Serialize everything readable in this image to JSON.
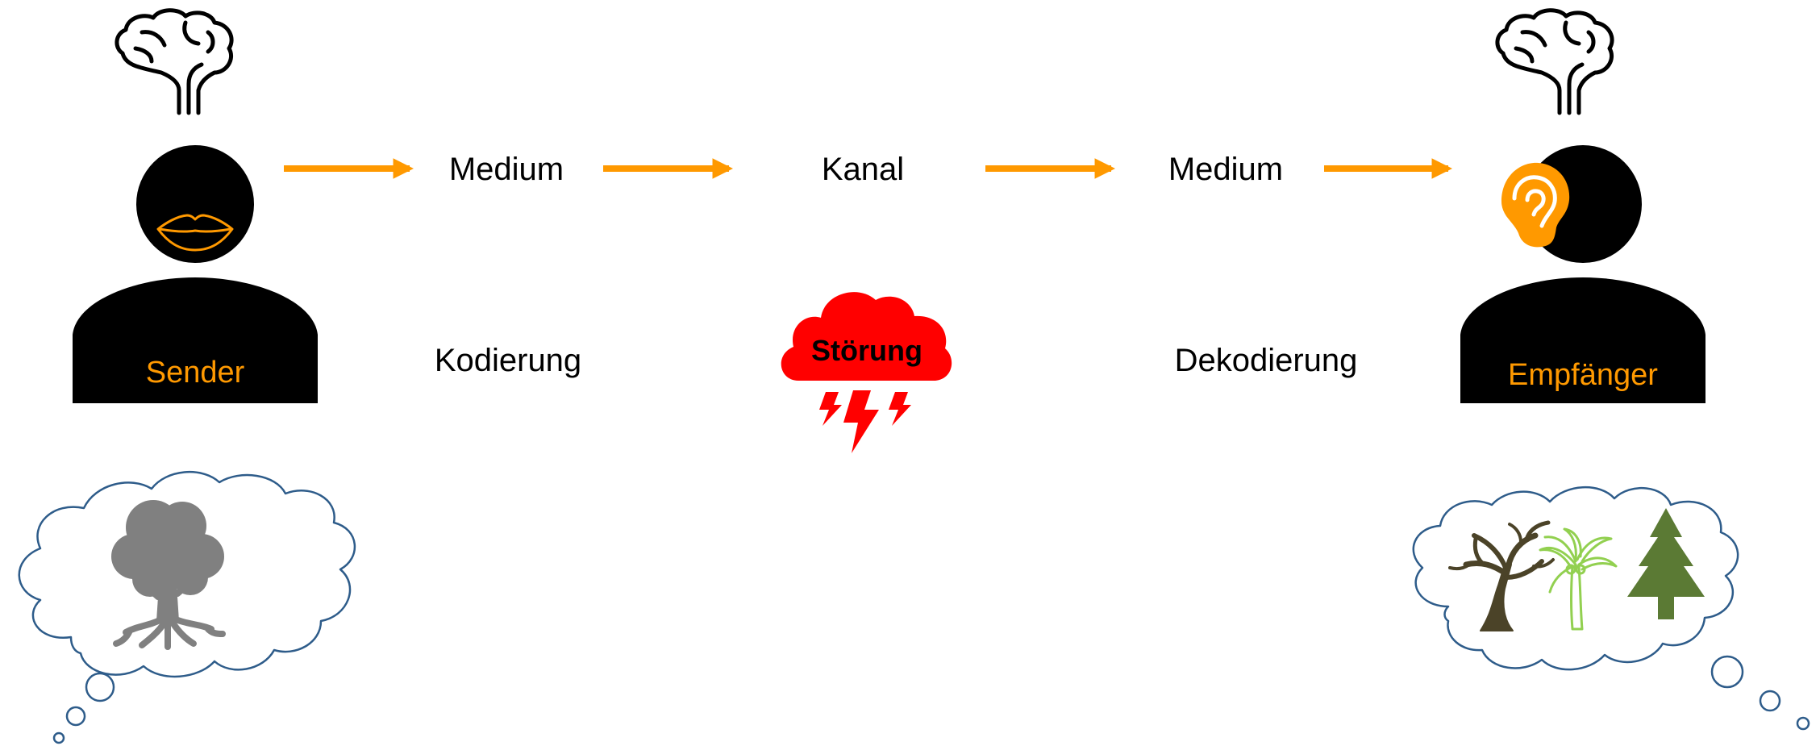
{
  "sender": {
    "label": "Sender"
  },
  "receiver": {
    "label": "Empfänger"
  },
  "flow": {
    "medium_left": "Medium",
    "channel": "Kanal",
    "medium_right": "Medium"
  },
  "process": {
    "encoding": "Kodierung",
    "decoding": "Dekodierung"
  },
  "noise": {
    "label": "Störung"
  },
  "colors": {
    "arrow": "#ff9900",
    "person": "#000000",
    "accent": "#ff9900",
    "noise": "#ff0000",
    "thought_outline": "#2e5c8a",
    "tree_sender": "#808080",
    "tree_dead": "#4b4328",
    "tree_palm": "#92d050",
    "tree_fir": "#5b7a34"
  },
  "icons": {
    "brain": "brain-icon",
    "lips": "lips-icon",
    "ear": "ear-icon",
    "storm": "storm-cloud-icon",
    "tree": "tree-icon",
    "palm": "palm-tree-icon",
    "fir": "fir-tree-icon"
  }
}
